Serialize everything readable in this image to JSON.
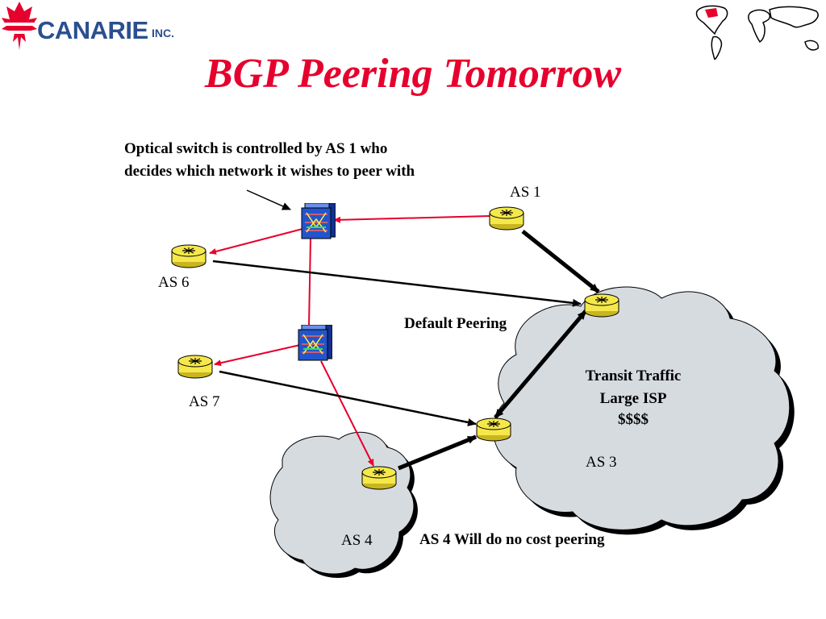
{
  "slide": {
    "title": "BGP Peering Tomorrow",
    "logo": {
      "name": "CANARIE",
      "suffix": "INC."
    }
  },
  "diagram": {
    "annotation_line1": "Optical switch is controlled by AS 1 who",
    "annotation_line2": "decides which network it wishes to peer with",
    "default_peering_label": "Default Peering",
    "transit_line1": "Transit Traffic",
    "transit_line2": "Large ISP",
    "transit_line3": "$$$$",
    "no_cost_label": "AS 4 Will do no cost peering",
    "nodes": {
      "as1": "AS 1",
      "as3": "AS 3",
      "as4": "AS 4",
      "as6": "AS 6",
      "as7": "AS 7"
    }
  },
  "colors": {
    "title": "#e6002d",
    "router": "#f5e84a",
    "cloud": "#d6dbe0",
    "switch": "#2255cc",
    "red_link": "#e6002d",
    "black_link": "#000000"
  }
}
